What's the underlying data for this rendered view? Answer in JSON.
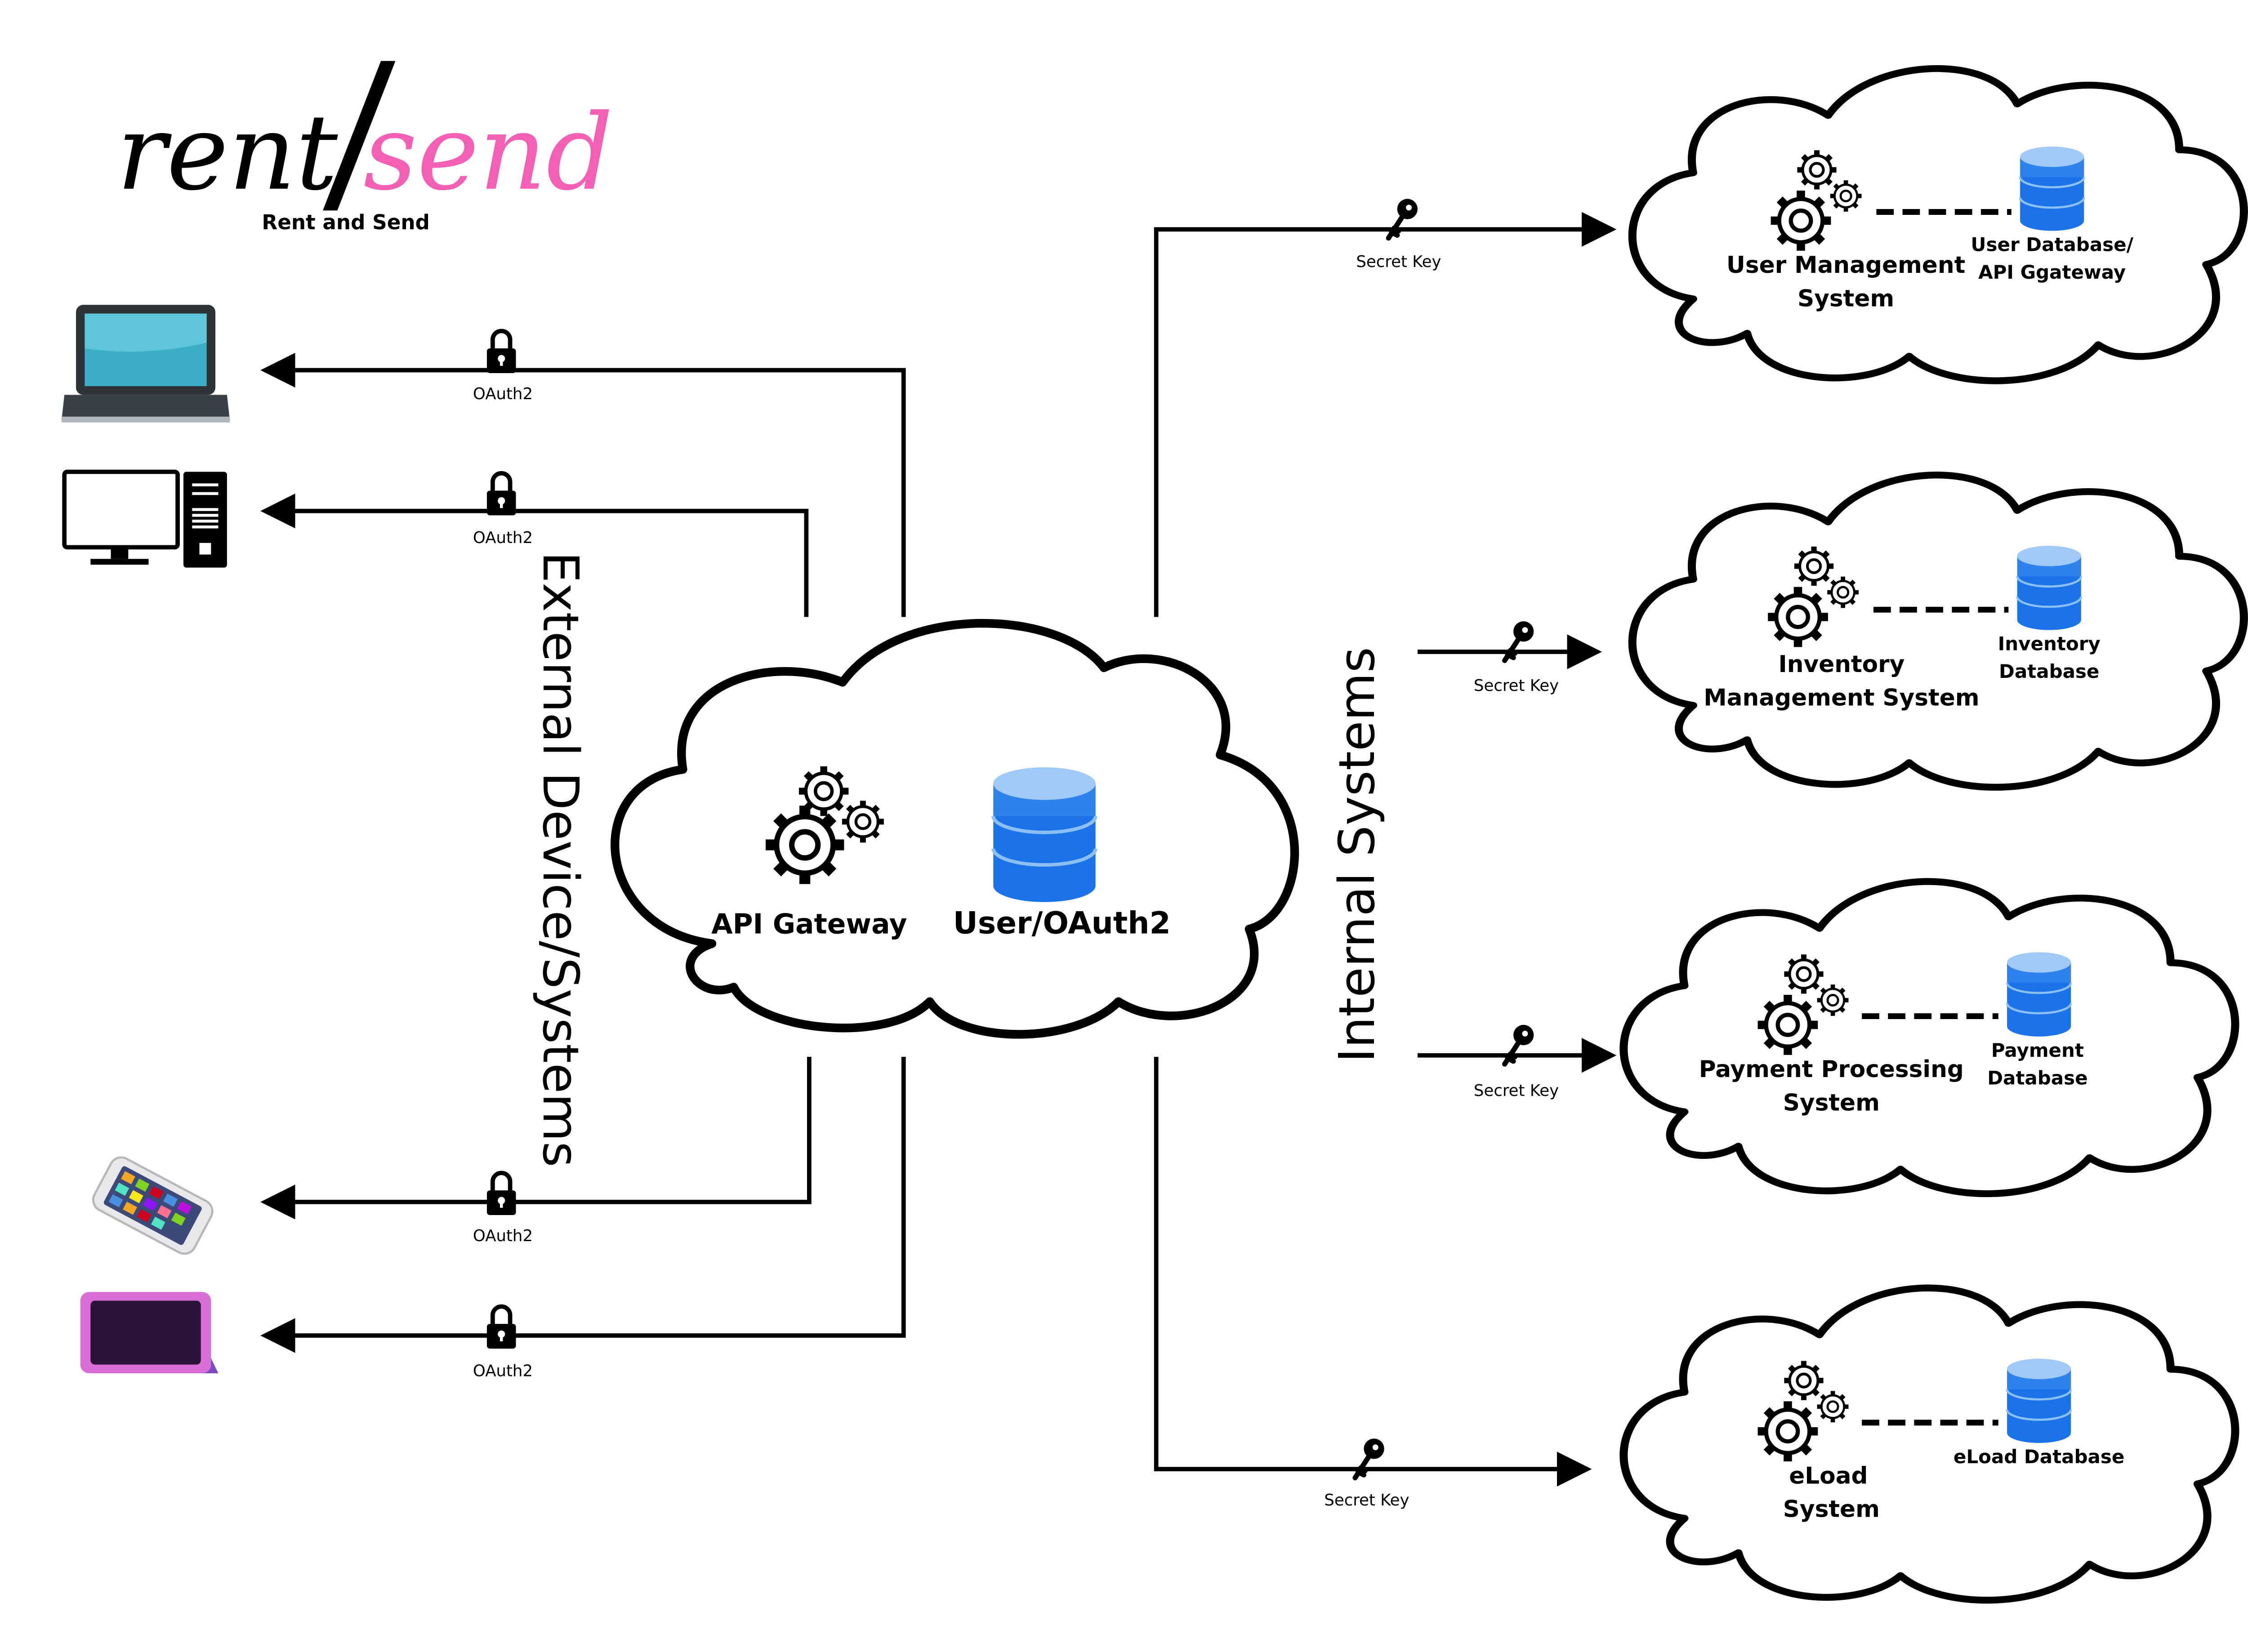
{
  "logo": {
    "word_left": "rent",
    "word_right": "send",
    "tagline": "Rent and Send",
    "accent_color": "#f25fb4"
  },
  "section_labels": {
    "external": "External Device/Systems",
    "internal": "Internal Systems"
  },
  "central": {
    "gateway_label": "API Gateway",
    "db_label": "User/OAuth2"
  },
  "external_devices": [
    {
      "icon": "laptop-icon",
      "auth_label": "OAuth2"
    },
    {
      "icon": "desktop-computer-icon",
      "auth_label": "OAuth2"
    },
    {
      "icon": "smartphone-icon",
      "auth_label": "OAuth2"
    },
    {
      "icon": "tablet-icon",
      "auth_label": "OAuth2"
    }
  ],
  "internal_systems": [
    {
      "system_lines": [
        "User Management",
        "System"
      ],
      "db_lines": [
        "User Database/",
        "API Ggateway"
      ],
      "key_label": "Secret Key"
    },
    {
      "system_lines": [
        "Inventory",
        "Management System"
      ],
      "db_lines": [
        "Inventory",
        "Database"
      ],
      "key_label": "Secret Key"
    },
    {
      "system_lines": [
        "Payment Processing",
        "System"
      ],
      "db_lines": [
        "Payment",
        "Database"
      ],
      "key_label": "Secret Key"
    },
    {
      "system_lines": [
        "eLoad",
        "System"
      ],
      "db_lines": [
        "eLoad Database"
      ],
      "key_label": "Secret Key"
    }
  ],
  "colors": {
    "line": "#000000",
    "db_blue": "#1a73e8",
    "db_light": "#8cc0f5",
    "laptop_screen": "#3aaec4",
    "tablet_frame": "#d96fd6"
  }
}
